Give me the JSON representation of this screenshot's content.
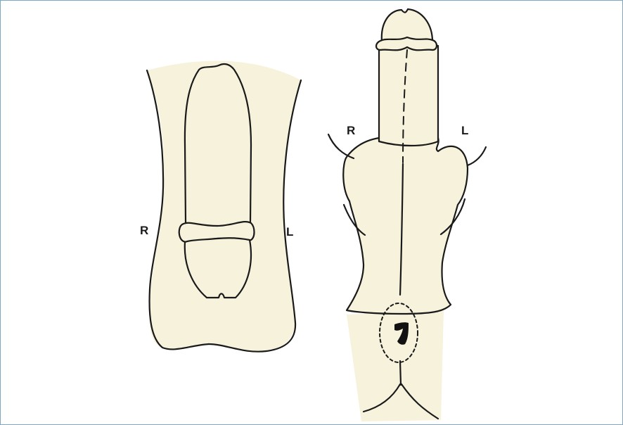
{
  "colors": {
    "skin": "#f7f2dc",
    "line": "#1a1a1a",
    "frame_border": "#7fa6c2"
  },
  "left_figure": {
    "right_label": "R",
    "left_label": "L"
  },
  "right_figure": {
    "right_label": "R",
    "left_label": "L"
  }
}
